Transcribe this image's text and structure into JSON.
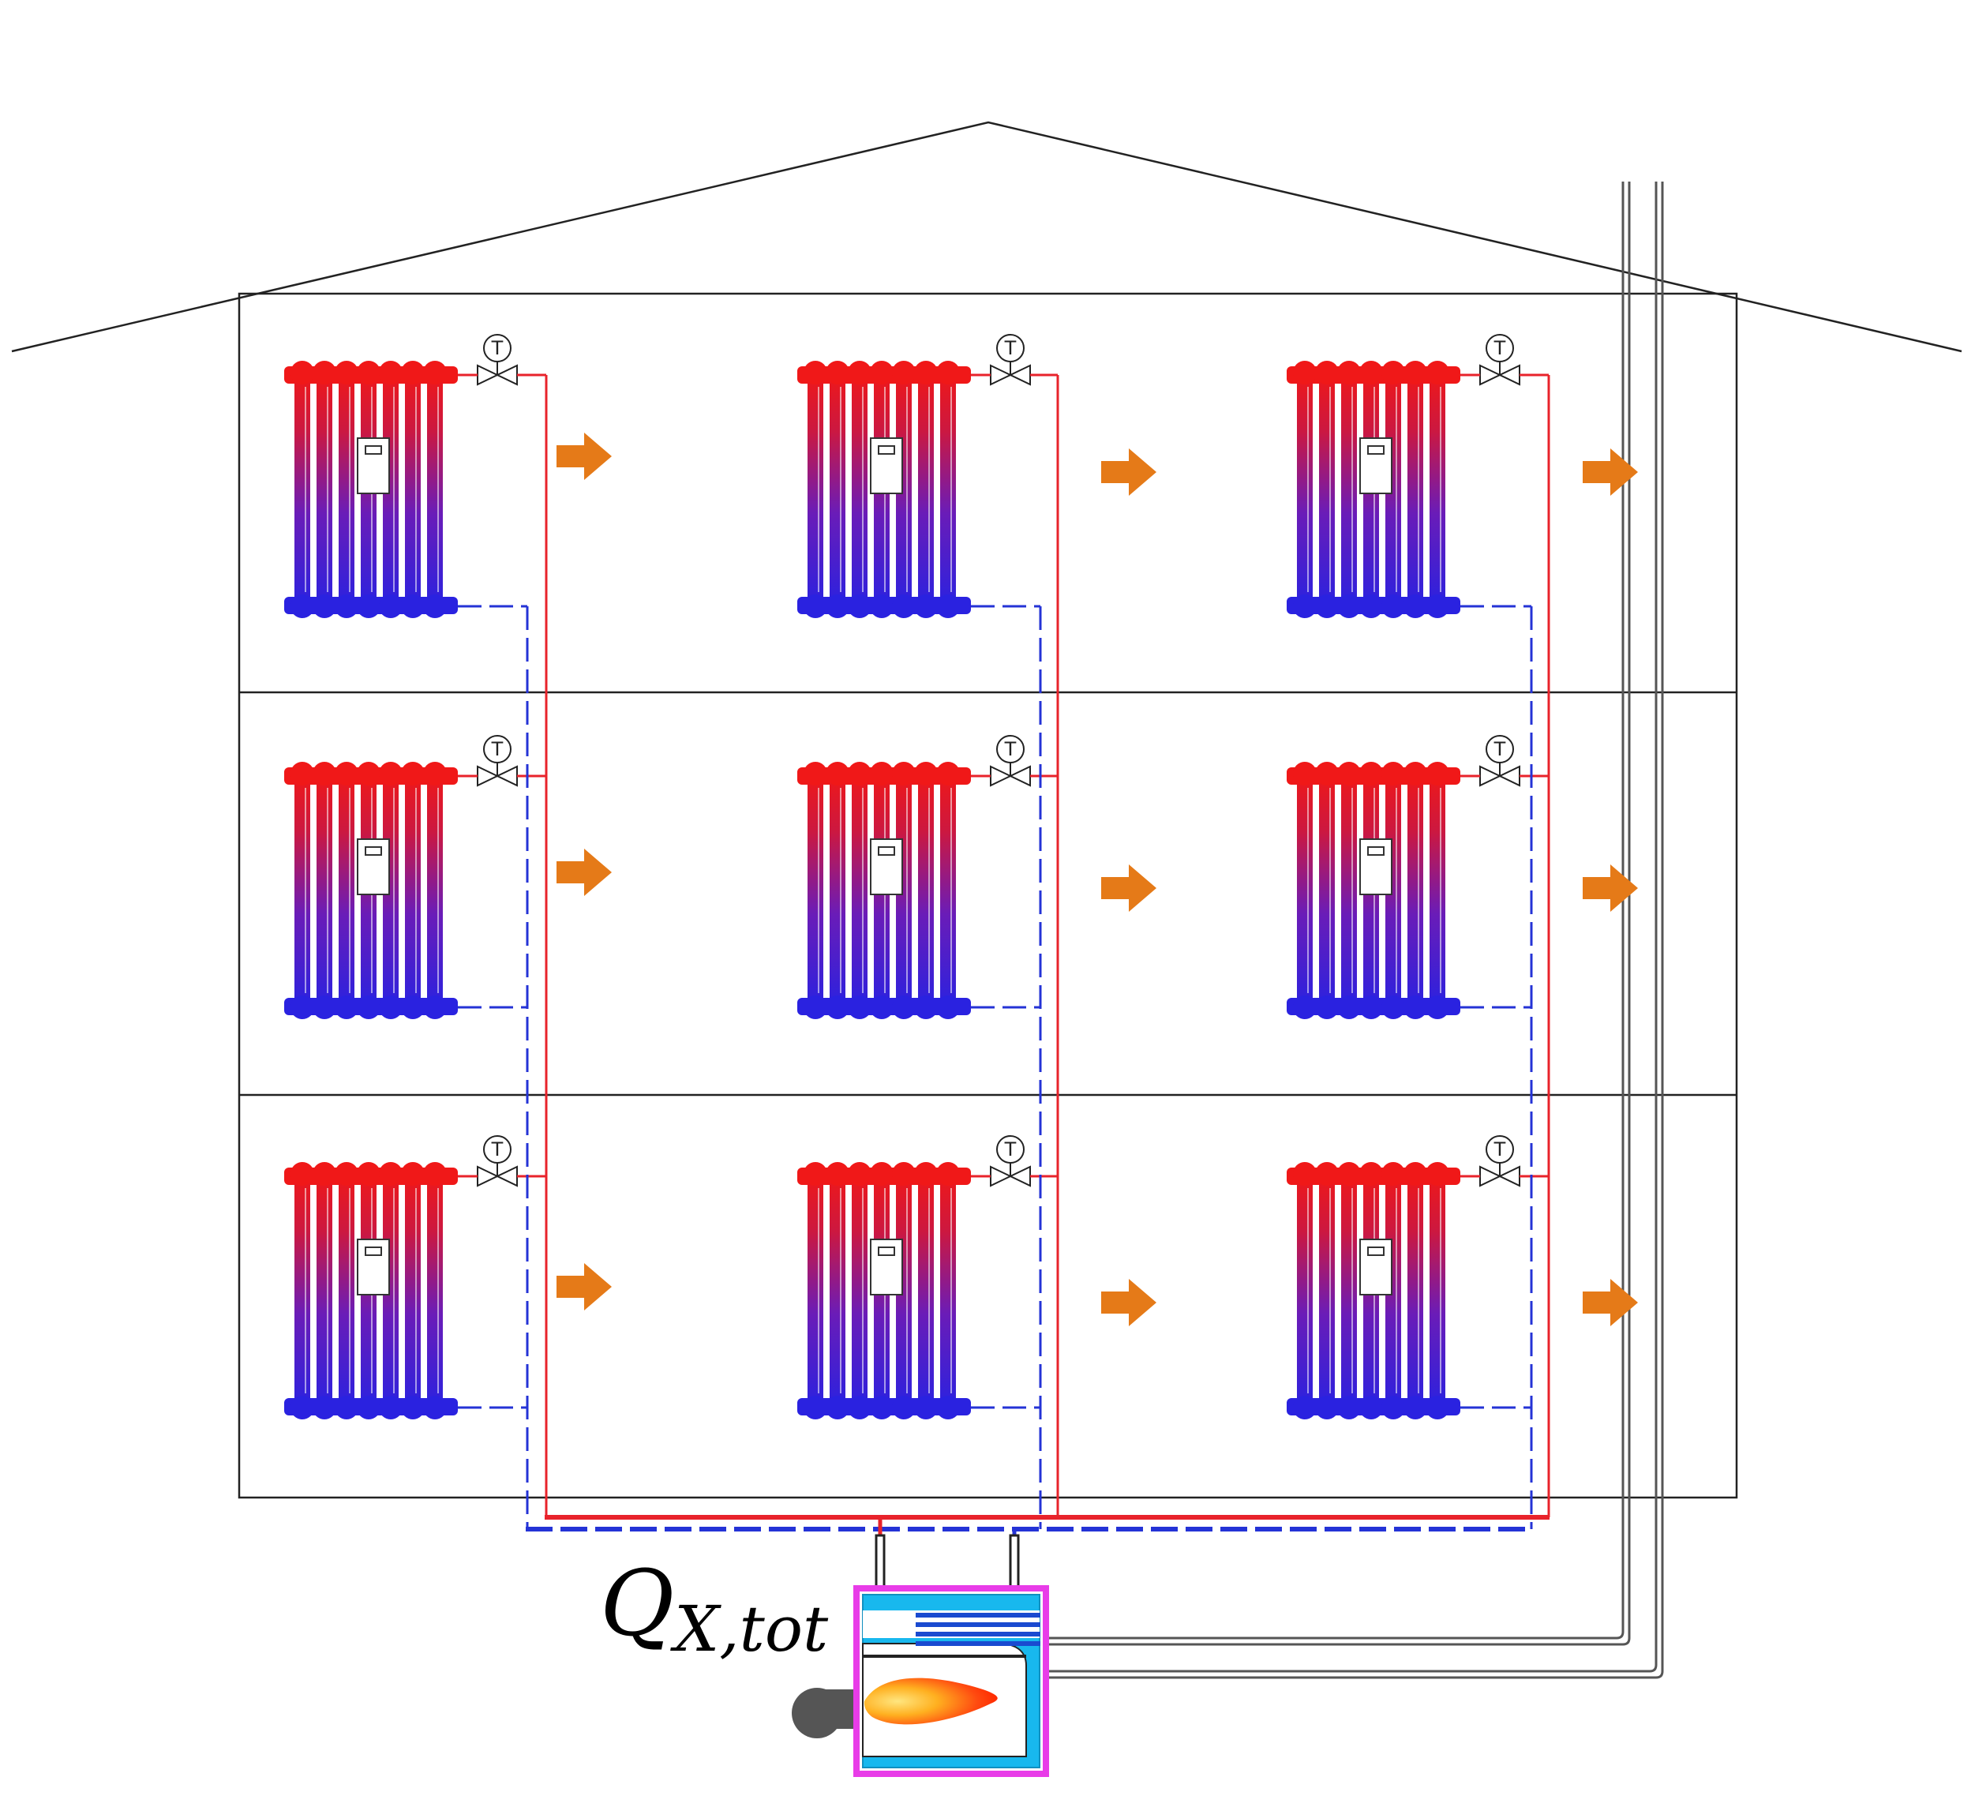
{
  "diagram": {
    "label": {
      "symbol": "Q",
      "subscript": "X,tot"
    },
    "valve_symbol": "T",
    "floors": 3,
    "radiators_per_floor": 3,
    "colors": {
      "supply": "#e8232b",
      "return": "#2433d6",
      "radiator_hot": "#f01818",
      "radiator_cold": "#2a22e0",
      "heat_arrow": "#e57a18",
      "boiler_frame": "#e83ce8",
      "boiler_water": "#18b8ee",
      "outline": "#222222",
      "chimney": "#555555"
    }
  }
}
